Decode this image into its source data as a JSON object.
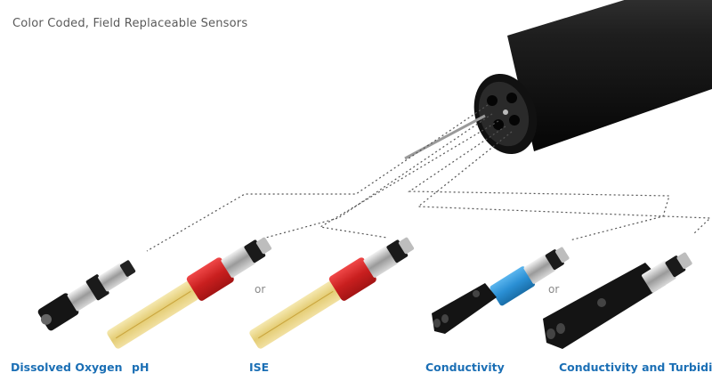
{
  "heading": "Color Coded, Field Replaceable Sensors",
  "connector_word_1": "or",
  "connector_word_2": "or",
  "sensors": [
    {
      "label": "Dissolved Oxygen",
      "color": "#1a1a1a"
    },
    {
      "label": "pH",
      "color": "#d62b2b"
    },
    {
      "label": "ISE",
      "color": "#d62b2b"
    },
    {
      "label": "Conductivity",
      "color": "#2a8fd4"
    },
    {
      "label": "Conductivity and Turbidity",
      "color": "#1a1a1a"
    }
  ],
  "colors": {
    "label_blue": "#1b6fb5",
    "sensor_red": "#d62b2b",
    "sensor_blue": "#2a8fd4",
    "probe_black": "#151515",
    "glass_yellow": "#e8d48a"
  }
}
